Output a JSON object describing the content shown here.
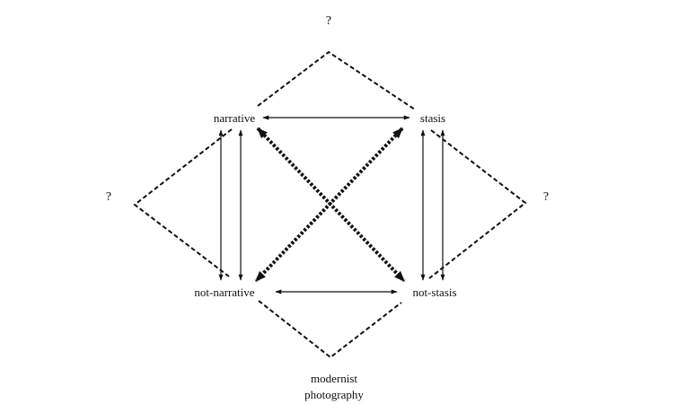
{
  "nodes": {
    "narrative": "narrative",
    "stasis": "stasis",
    "not_narrative": "not-narrative",
    "not_stasis": "not-stasis"
  },
  "outer": {
    "top": "?",
    "left": "?",
    "right": "?",
    "bottom_line1": "modernist",
    "bottom_line2": "photography"
  },
  "colors": {
    "ink": "#111111",
    "background": "#ffffff"
  }
}
